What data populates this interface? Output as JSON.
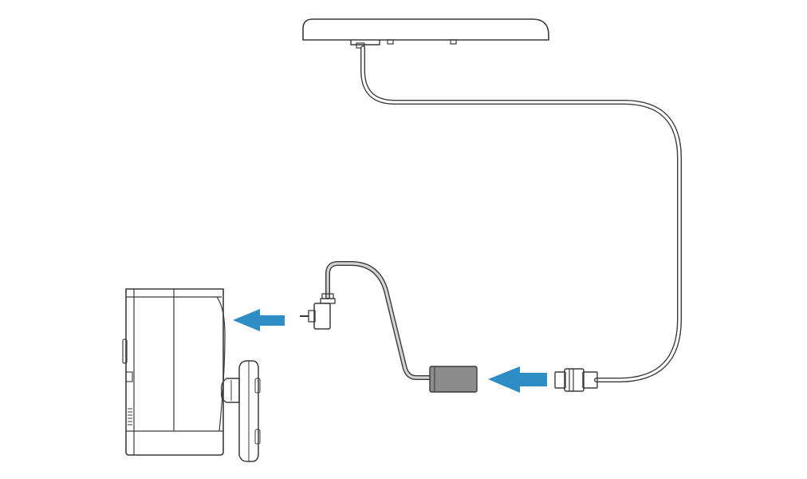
{
  "diagram": {
    "background": "#ffffff",
    "line_color": "#3a3a3a",
    "cable_fill": "#d4d4d4",
    "connector_fill": "#8c8c8c",
    "arrow_color": "#2f8dc6",
    "steps": [
      {
        "from": "charger-cable-usb-plug",
        "to": "adapter-socket",
        "action": "insert"
      },
      {
        "from": "adapter-barrel-plug",
        "to": "camera-port",
        "action": "insert"
      }
    ]
  }
}
